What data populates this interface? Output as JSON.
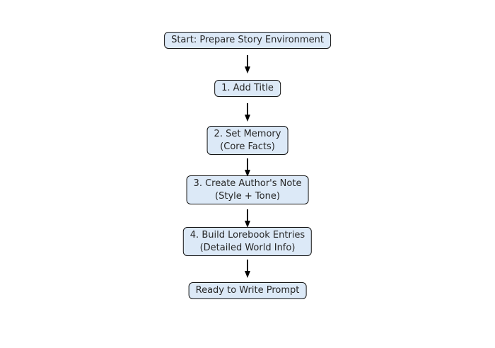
{
  "diagram": {
    "type": "flowchart",
    "direction": "top-down",
    "colors": {
      "background": "#ffffff",
      "node_fill": "#dce9f7",
      "node_border": "#141414",
      "node_text": "#262626",
      "arrow": "#000000"
    },
    "nodes": [
      {
        "id": "start",
        "lines": [
          "Start: Prepare Story Environment"
        ]
      },
      {
        "id": "step-1",
        "lines": [
          "1. Add Title"
        ]
      },
      {
        "id": "step-2",
        "lines": [
          "2. Set Memory",
          "(Core Facts)"
        ]
      },
      {
        "id": "step-3",
        "lines": [
          "3. Create Author's Note",
          "(Style + Tone)"
        ]
      },
      {
        "id": "step-4",
        "lines": [
          "4. Build Lorebook Entries",
          "(Detailed World Info)"
        ]
      },
      {
        "id": "end",
        "lines": [
          "Ready to Write Prompt"
        ]
      }
    ],
    "edges": [
      {
        "from": "start",
        "to": "step-1",
        "style": "arrow-down"
      },
      {
        "from": "step-1",
        "to": "step-2",
        "style": "arrow-down"
      },
      {
        "from": "step-2",
        "to": "step-3",
        "style": "arrow-down"
      },
      {
        "from": "step-3",
        "to": "step-4",
        "style": "arrow-down"
      },
      {
        "from": "step-4",
        "to": "end",
        "style": "arrow-down"
      }
    ]
  }
}
